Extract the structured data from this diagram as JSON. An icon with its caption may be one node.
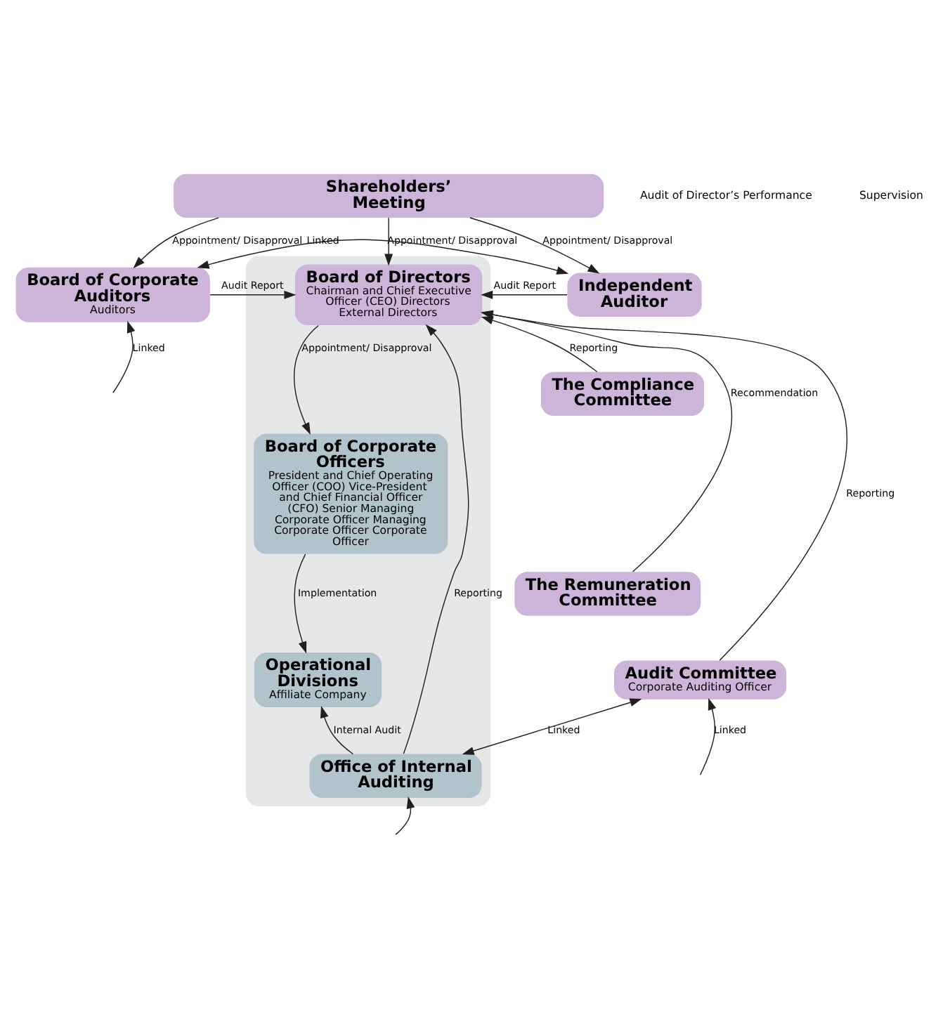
{
  "diagram": {
    "nodes": [
      {
        "text": [
          "Shareholders’ Meeting"
        ]
      },
      {
        "text": [],
        "shape": "box"
      },
      {
        "text": [
          "Board of Directors",
          "Chairman and Chief Executive Officer (CEO) Directors External Directors"
        ],
        "in": 1
      },
      {
        "text": [
          "Board of Corporate Auditors",
          "Auditors"
        ]
      },
      {
        "text": [
          "Independent Auditor"
        ]
      },
      {
        "text": [
          "The Compliance Committee"
        ]
      },
      {
        "text": [
          "The Remuneration Committee"
        ]
      },
      {
        "text": [
          "Audit Committee",
          "Corporate Auditing Officer"
        ]
      },
      {
        "text": [
          "Board of Corporate Officers",
          "President and Chief Operating Officer (COO) Vice-President and Chief Financial Officer (CFO) Senior Managing Corporate Officer Managing Corporate Officer Corporate Officer"
        ],
        "in": 1
      },
      {
        "text": [
          "Operational Divisions",
          "Affiliate Company"
        ],
        "in": 1
      },
      {
        "text": [
          "Office of Internal Auditing"
        ],
        "in": 1
      }
    ],
    "edges": [
      {
        "from": 0,
        "to": 3,
        "arrow": "to",
        "label": "Appointment/ Disapproval"
      },
      {
        "from": 0,
        "to": 2,
        "arrow": "to",
        "label": "Appointment/ Disapproval"
      },
      {
        "from": 0,
        "to": 4,
        "arrow": "to",
        "label": "Appointment/ Disapproval"
      },
      {
        "from": 3,
        "to": 4,
        "arrow": "both",
        "label": "Linked"
      },
      {
        "from": 3,
        "to": 2,
        "arrow": "to",
        "label": "Audit Report"
      },
      {
        "from": 4,
        "to": 2,
        "arrow": "to",
        "label": "Audit Report"
      },
      {
        "from": 10,
        "to": 2,
        "arrow": "to",
        "label": "Reporting"
      },
      {
        "from": 5,
        "to": 2,
        "arrow": "to",
        "label": "Reporting"
      },
      {
        "from": 6,
        "to": 2,
        "arrow": "to",
        "label": "Recommendation"
      },
      {
        "from": 7,
        "to": 2,
        "arrow": "to",
        "label": "Reporting"
      },
      {
        "from": 2,
        "to": 8,
        "arrow": "to",
        "label": "Appointment/ Disapproval"
      },
      {
        "from": 8,
        "to": 9,
        "arrow": "to",
        "label": "Implementation"
      },
      {
        "from": 10,
        "to": 9,
        "arrow": "to",
        "label": "Internal Audit"
      },
      {
        "from": 7,
        "to": 10,
        "arrow": "both",
        "label": "Linked"
      },
      {
        "from": null,
        "to": 7,
        "arrow": "to",
        "label": "Linked"
      },
      {
        "from": null,
        "to": 3,
        "arrow": "to",
        "label": "Linked"
      },
      {
        "from": null,
        "to": 10,
        "arrow": "to"
      }
    ],
    "labels": [
      "Audit of Director’s Performance",
      "Supervision"
    ]
  }
}
